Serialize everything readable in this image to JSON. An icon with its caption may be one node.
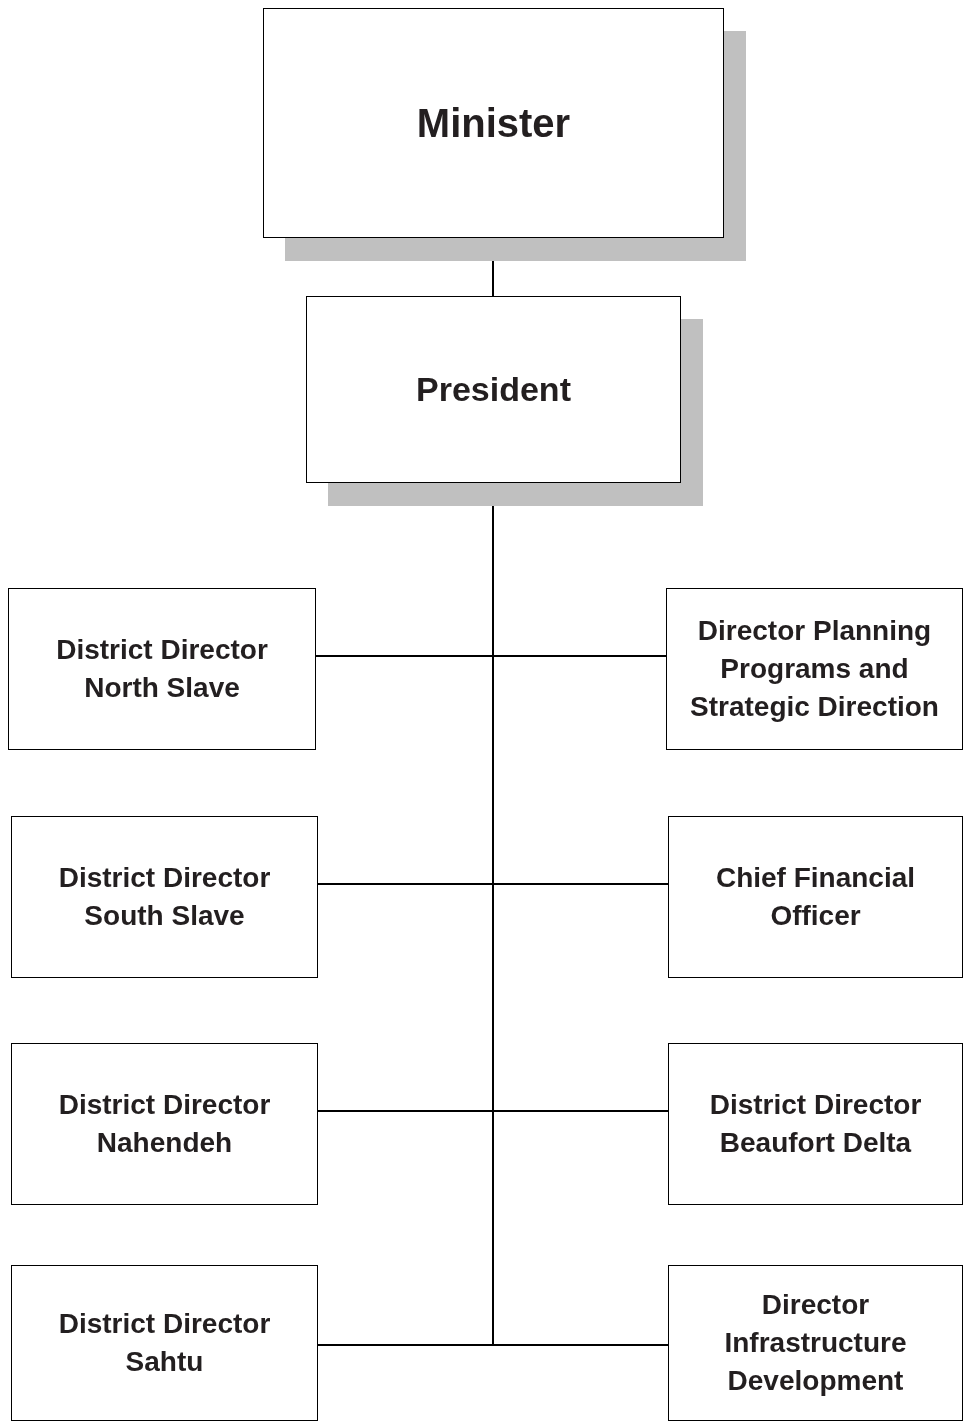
{
  "diagram": {
    "nodes": [
      {
        "text": [
          "Minister"
        ]
      },
      {
        "text": [
          "President"
        ]
      },
      {
        "text": [
          "District Director North Slave"
        ]
      },
      {
        "text": [
          "Director Planning Programs and Strategic Direction"
        ]
      },
      {
        "text": [
          "District Director South Slave"
        ]
      },
      {
        "text": [
          "Chief Financial Officer"
        ]
      },
      {
        "text": [
          "District Director Nahendeh"
        ]
      },
      {
        "text": [
          "District Director Beaufort Delta"
        ]
      },
      {
        "text": [
          "District Director Sahtu"
        ]
      },
      {
        "text": [
          "Director Infrastructure Development"
        ]
      }
    ],
    "edges": [
      {
        "from": 0,
        "to": 1,
        "arrow": "none"
      },
      {
        "from": 1,
        "to": 2,
        "arrow": "none"
      },
      {
        "from": 1,
        "to": 3,
        "arrow": "none"
      },
      {
        "from": 1,
        "to": 4,
        "arrow": "none"
      },
      {
        "from": 1,
        "to": 5,
        "arrow": "none"
      },
      {
        "from": 1,
        "to": 6,
        "arrow": "none"
      },
      {
        "from": 1,
        "to": 7,
        "arrow": "none"
      },
      {
        "from": 1,
        "to": 8,
        "arrow": "none"
      },
      {
        "from": 1,
        "to": 9,
        "arrow": "none"
      }
    ]
  }
}
